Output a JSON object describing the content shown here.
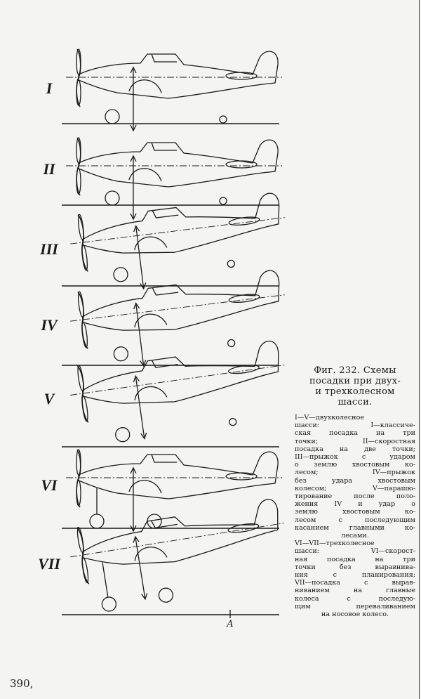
{
  "figure": {
    "row_labels": [
      "I",
      "II",
      "III",
      "IV",
      "V",
      "VI",
      "VII"
    ],
    "point_label": "A",
    "caption_title_lines": [
      "Фиг. 232. Схемы",
      "посадки при двух-",
      "и трехколесном",
      "шасси."
    ],
    "caption_body_lines": [
      "I—V—двухколесное",
      "шасси: I—классиче-",
      "ская посадка на три",
      "точки; II—скоростная",
      "посадка на две точки;",
      "III—прыжок с ударом",
      "о землю хвостовым ко-",
      "лесом; IV—прыжок",
      "без удара хвостовым",
      "колесом; V—парашю-",
      "тирование после поло-",
      "жения IV и удар о",
      "землю хвостовым ко-",
      "лесом с последующим",
      "касанием главными ко-",
      "лесами.",
      "VI—VII—трехколесное",
      "шасси: VI—скорост-",
      "ная посадка на три",
      "точки без выравнива-",
      "ния с планирования;",
      "VII—посадка с вырав-",
      "ниванием на главные",
      "колеса с последую-",
      "щим переваливанием",
      "на носовое колесо."
    ]
  },
  "page_number": "390,"
}
